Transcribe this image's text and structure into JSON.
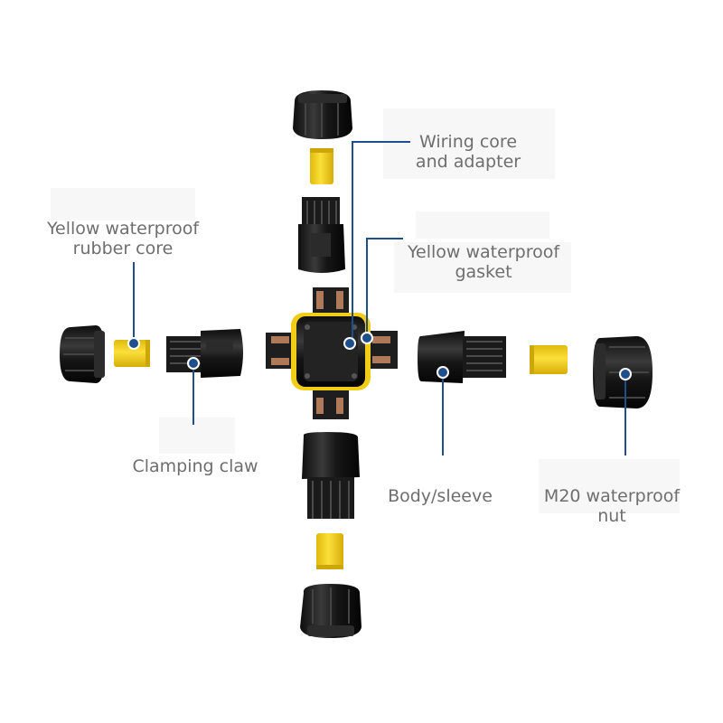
{
  "labels": {
    "wiring_core": [
      "Wiring core",
      "and adapter"
    ],
    "rubber_core": [
      "Yellow waterproof",
      "rubber core"
    ],
    "gasket": [
      "Yellow waterproof",
      "gasket"
    ],
    "clamping_claw": [
      "Clamping claw"
    ],
    "body_sleeve": [
      "Body/sleeve"
    ],
    "nut": [
      "M20 waterproof",
      "nut"
    ]
  },
  "colors": {
    "plastic": "#1c1c1c",
    "plastic_highlight": "#3a3a3a",
    "rubber": "#f6d21c",
    "rubber_shade": "#d9b20c",
    "callout": "#1e4f8c",
    "text": "#6e6e6e",
    "copper": "#b07a5a"
  }
}
